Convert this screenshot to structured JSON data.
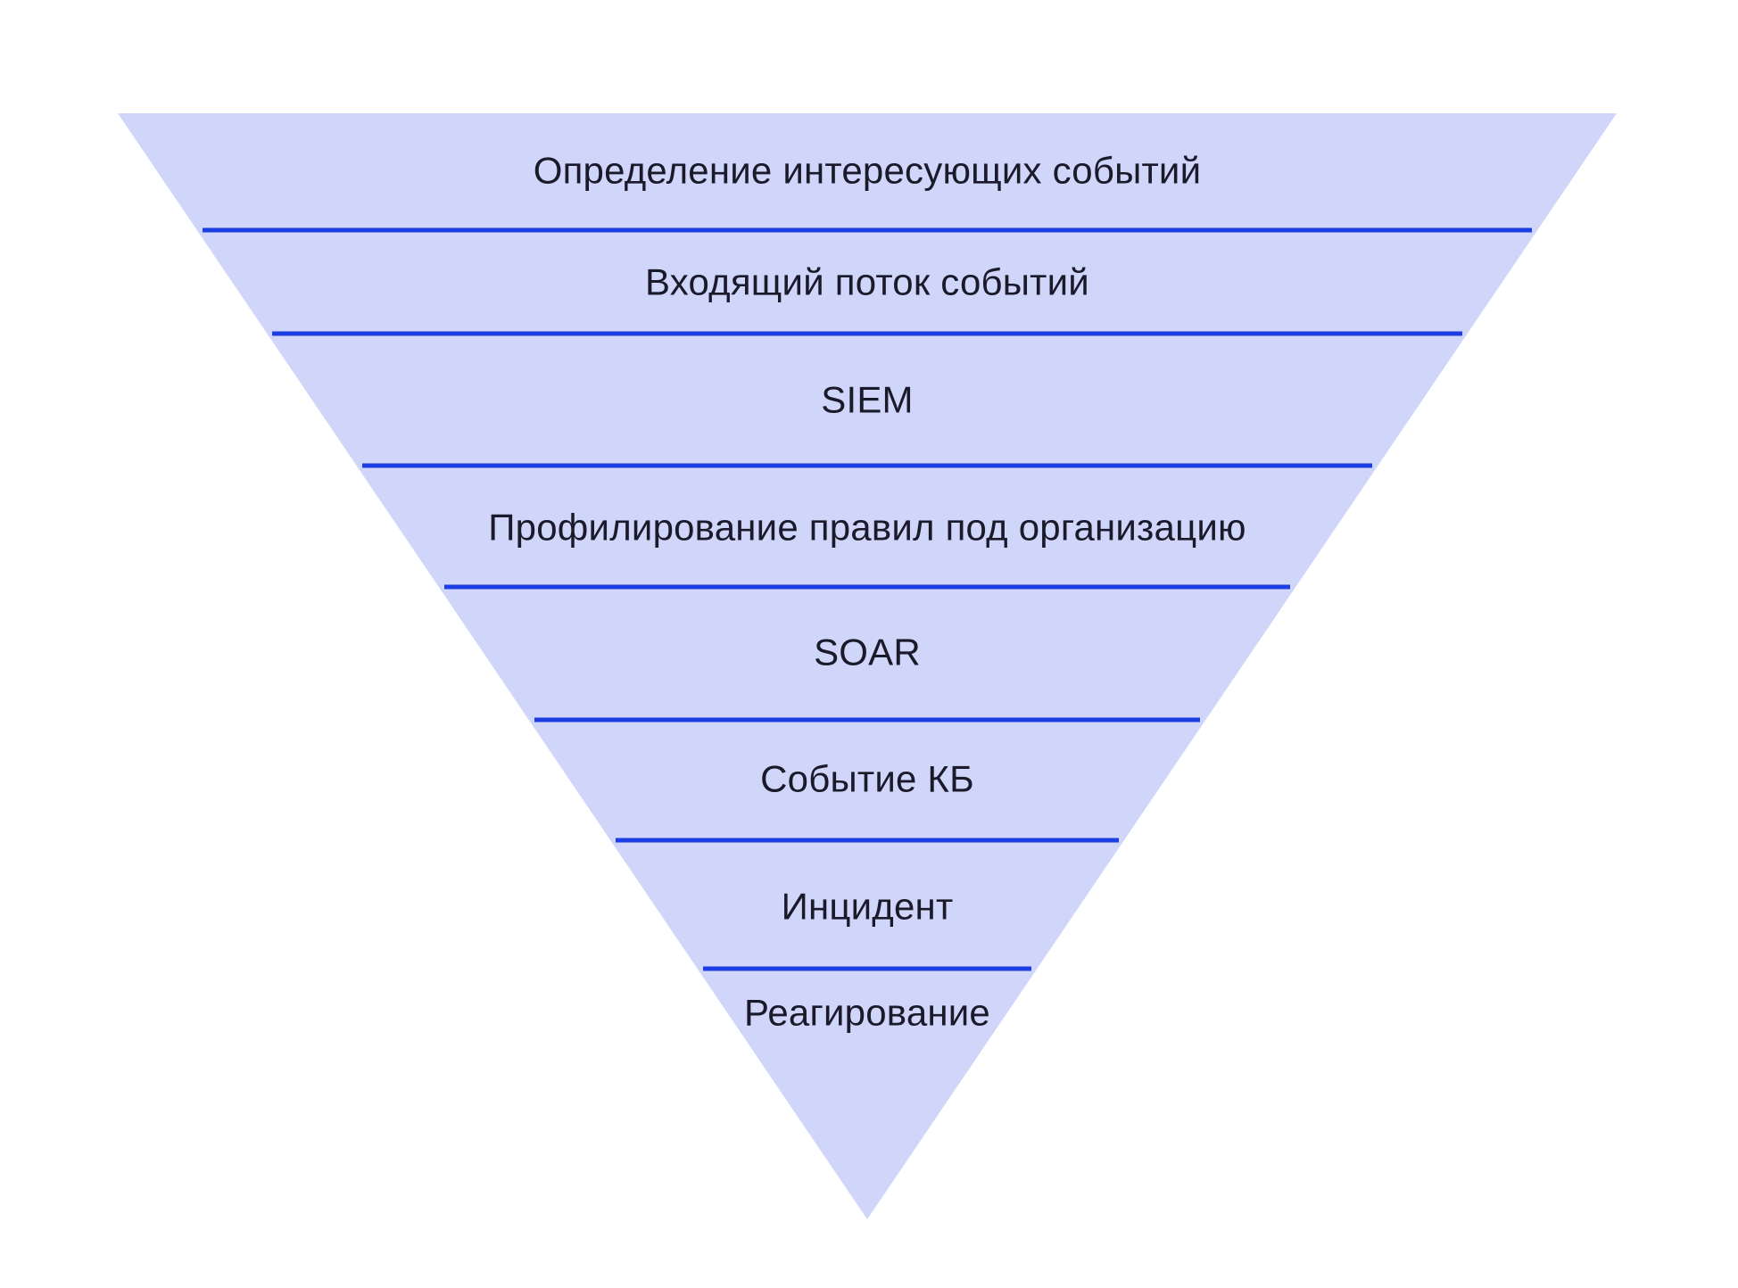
{
  "diagram": {
    "type": "funnel",
    "orientation": "inverted-triangle",
    "levels": [
      {
        "label": "Определение интересующих событий"
      },
      {
        "label": "Входящий поток событий"
      },
      {
        "label": "SIEM"
      },
      {
        "label": "Профилирование правил под организацию"
      },
      {
        "label": "SOAR"
      },
      {
        "label": "Событие КБ"
      },
      {
        "label": "Инцидент"
      },
      {
        "label": "Реагирование"
      }
    ]
  },
  "colors": {
    "background": "#ffffff",
    "funnel_fill": "#cfd6fa",
    "divider_line": "#1d3ee4",
    "label_text": "#1a1a2b"
  }
}
